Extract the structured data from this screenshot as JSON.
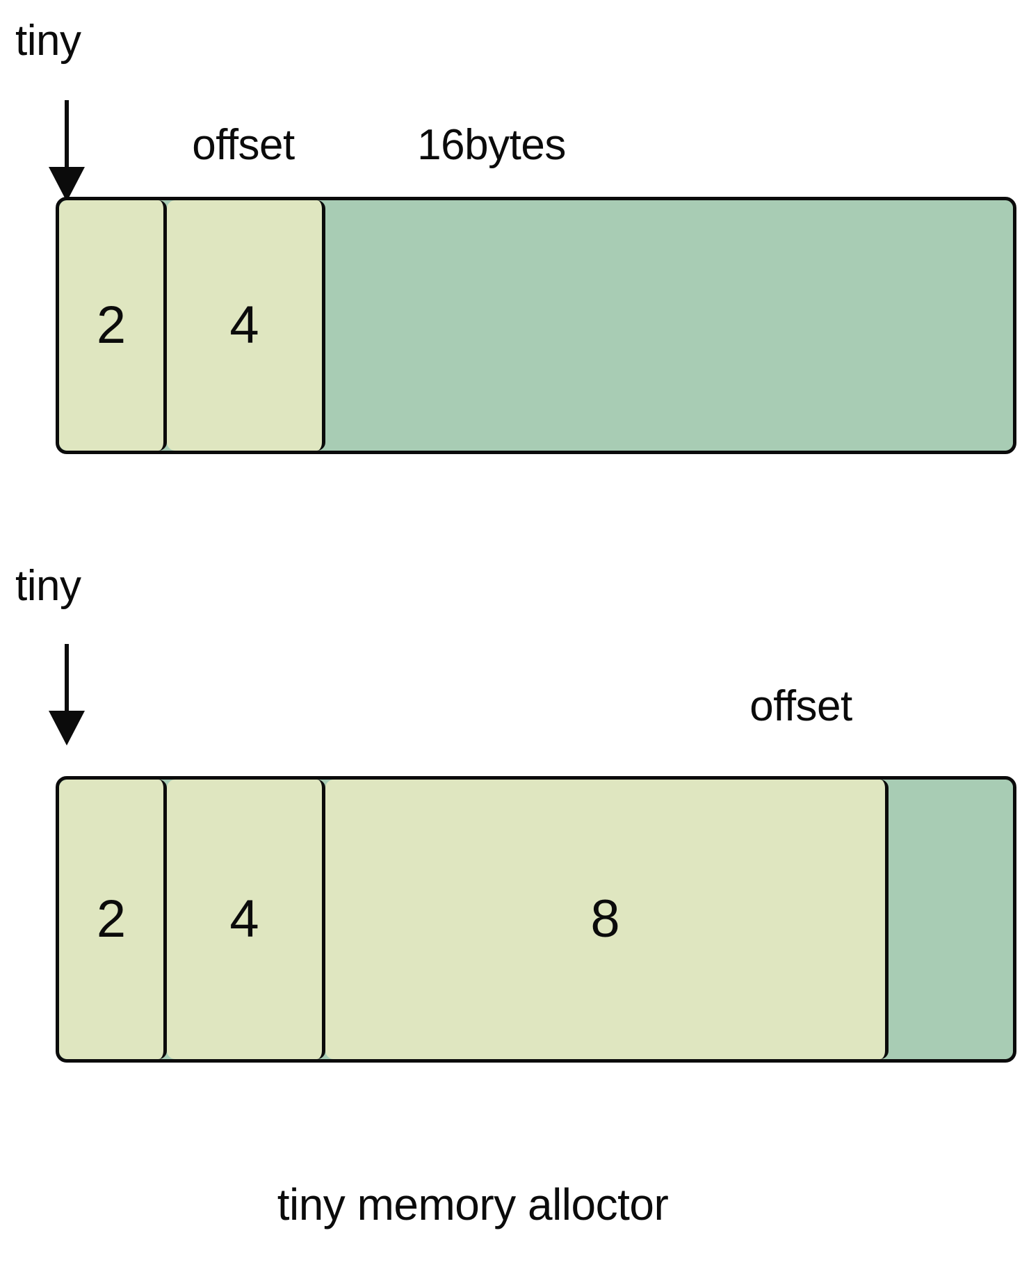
{
  "diagram": {
    "caption": "tiny memory alloctor",
    "colors": {
      "allocated_block": "#dfe6c0",
      "free_space": "#a8ccb4",
      "outline": "#0b0b0b",
      "background": "#ffffff",
      "text": "#0b0b0b"
    },
    "rows": [
      {
        "pointer_label": "tiny",
        "annotations": [
          {
            "text": "offset"
          },
          {
            "text": "16bytes"
          }
        ],
        "cells": [
          {
            "label": "2",
            "kind": "allocated"
          },
          {
            "label": "4",
            "kind": "allocated"
          },
          {
            "label": "",
            "kind": "free"
          }
        ]
      },
      {
        "pointer_label": "tiny",
        "annotations": [
          {
            "text": "offset"
          }
        ],
        "cells": [
          {
            "label": "2",
            "kind": "allocated"
          },
          {
            "label": "4",
            "kind": "allocated"
          },
          {
            "label": "8",
            "kind": "allocated"
          },
          {
            "label": "",
            "kind": "free"
          }
        ]
      }
    ]
  }
}
